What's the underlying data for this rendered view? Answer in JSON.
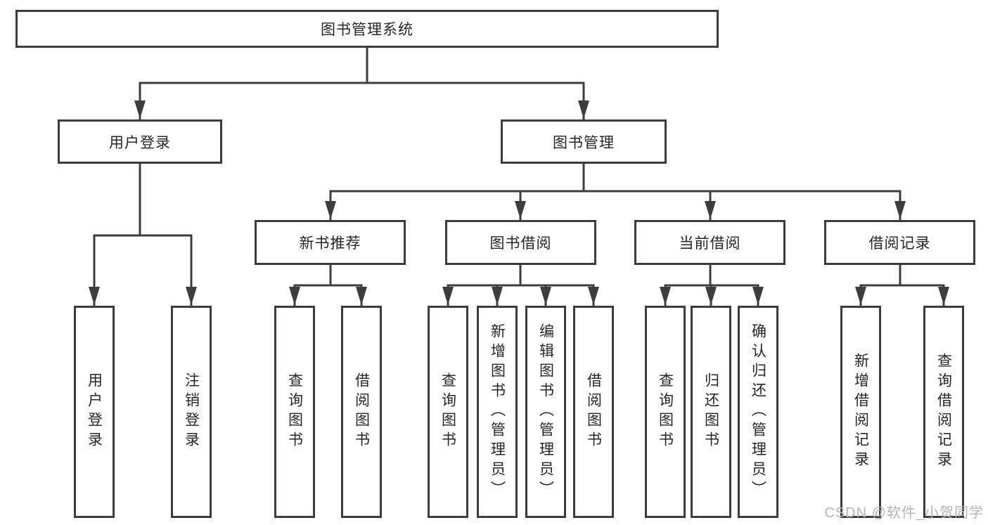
{
  "diagram": {
    "watermark": "CSDN @软件_小贺同学",
    "colors": {
      "line": "#3d3d3d",
      "text": "#262626",
      "watermark": "#b4b4b4",
      "background": "#ffffff"
    },
    "tree": {
      "label": "图书管理系统",
      "children": [
        {
          "label": "用户登录",
          "children": [
            {
              "label": "用户登录"
            },
            {
              "label": "注销登录"
            }
          ]
        },
        {
          "label": "图书管理",
          "children": [
            {
              "label": "新书推荐",
              "children": [
                {
                  "label": "查询图书"
                },
                {
                  "label": "借阅图书"
                }
              ]
            },
            {
              "label": "图书借阅",
              "children": [
                {
                  "label": "查询图书"
                },
                {
                  "label": "新增图书（管理员）"
                },
                {
                  "label": "编辑图书（管理员）"
                },
                {
                  "label": "借阅图书"
                }
              ]
            },
            {
              "label": "当前借阅",
              "children": [
                {
                  "label": "查询图书"
                },
                {
                  "label": "归还图书"
                },
                {
                  "label": "确认归还（管理员）"
                }
              ]
            },
            {
              "label": "借阅记录",
              "children": [
                {
                  "label": "新增借阅记录"
                },
                {
                  "label": "查询借阅记录"
                }
              ]
            }
          ]
        }
      ]
    }
  }
}
